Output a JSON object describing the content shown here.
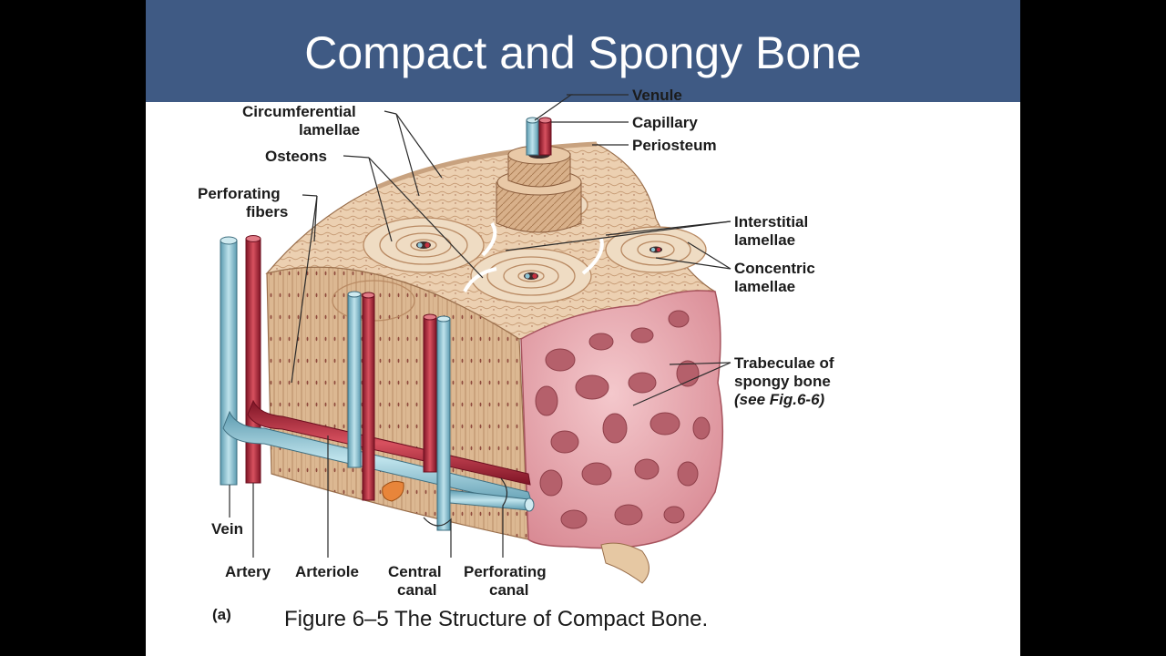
{
  "slide": {
    "title": "Compact and Spongy Bone"
  },
  "figure": {
    "panel_letter": "(a)",
    "caption": "Figure 6–5 The Structure of Compact Bone.",
    "labels": {
      "venule": "Venule",
      "capillary": "Capillary",
      "periosteum": "Periosteum",
      "circumferential": [
        "Circumferential",
        "lamellae"
      ],
      "osteons": "Osteons",
      "perforating_fibers": [
        "Perforating",
        "fibers"
      ],
      "interstitial": [
        "Interstitial",
        "lamellae"
      ],
      "concentric": [
        "Concentric",
        "lamellae"
      ],
      "trabeculae": [
        "Trabeculae of",
        "spongy bone",
        "(see Fig.6-6)"
      ],
      "vein": "Vein",
      "artery": "Artery",
      "arteriole": "Arteriole",
      "central_canal": [
        "Central",
        "canal"
      ],
      "perforating_canal": [
        "Perforating",
        "canal"
      ]
    }
  },
  "colors": {
    "title_bar": "#3f5a84",
    "bone": "#e7c4a0",
    "bone_dark": "#b98a63",
    "vein": "#8fc6d6",
    "artery": "#b3283a",
    "spongy": "#e7a7ad"
  }
}
